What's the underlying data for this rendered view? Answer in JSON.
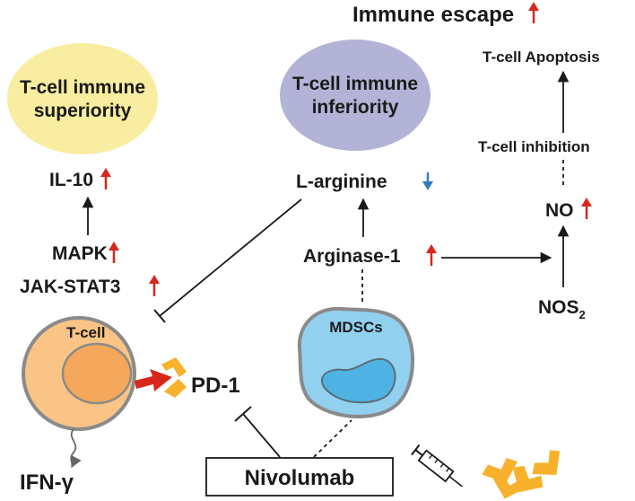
{
  "colors": {
    "superiority_fill": "#f8eda0",
    "inferiority_fill": "#b3b3d8",
    "tcell_outer": "#f9c485",
    "tcell_inner": "#f5a85b",
    "mdsc_outer": "#92d0ef",
    "mdsc_inner": "#4eb3e2",
    "up_arrow": "#d9261c",
    "down_arrow": "#2d7fc1",
    "pd1": "#f7b12c",
    "antibody": "#f7b12c",
    "line": "#1a1a1a"
  },
  "labels": {
    "immune_escape": "Immune escape",
    "superiority_line1": "T-cell immune",
    "superiority_line2": "superiority",
    "inferiority_line1": "T-cell immune",
    "inferiority_line2": "inferiority",
    "il10": "IL-10",
    "mapk": "MAPK",
    "jak_stat3": "JAK-STAT3",
    "l_arginine": "L-arginine",
    "arginase1": "Arginase-1",
    "tcell_apoptosis": "T-cell Apoptosis",
    "tcell_inhibition": "T-cell inhibition",
    "no": "NO",
    "nos": "NOS",
    "nos_sub": "2",
    "tcell": "T-cell",
    "mdscs": "MDSCs",
    "pd1": "PD-1",
    "ifn": "IFN-γ",
    "nivolumab": "Nivolumab"
  },
  "icons": [
    "up-arrow-icon",
    "down-arrow-icon",
    "syringe-icon",
    "antibody-icon"
  ]
}
